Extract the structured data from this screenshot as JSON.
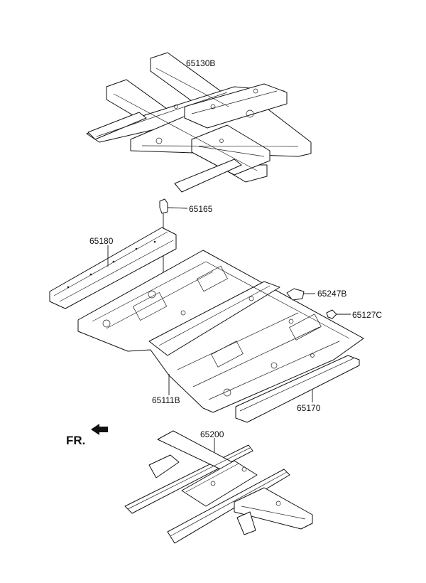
{
  "parts": {
    "frame_assy": "65130B",
    "bracket": "65165",
    "side_member": "65180",
    "gusset": "65247B",
    "clip": "65127C",
    "center_floor": "65111B",
    "sill_reinforcement": "65170",
    "rear_frame": "65200"
  },
  "direction": {
    "label": "FR."
  }
}
